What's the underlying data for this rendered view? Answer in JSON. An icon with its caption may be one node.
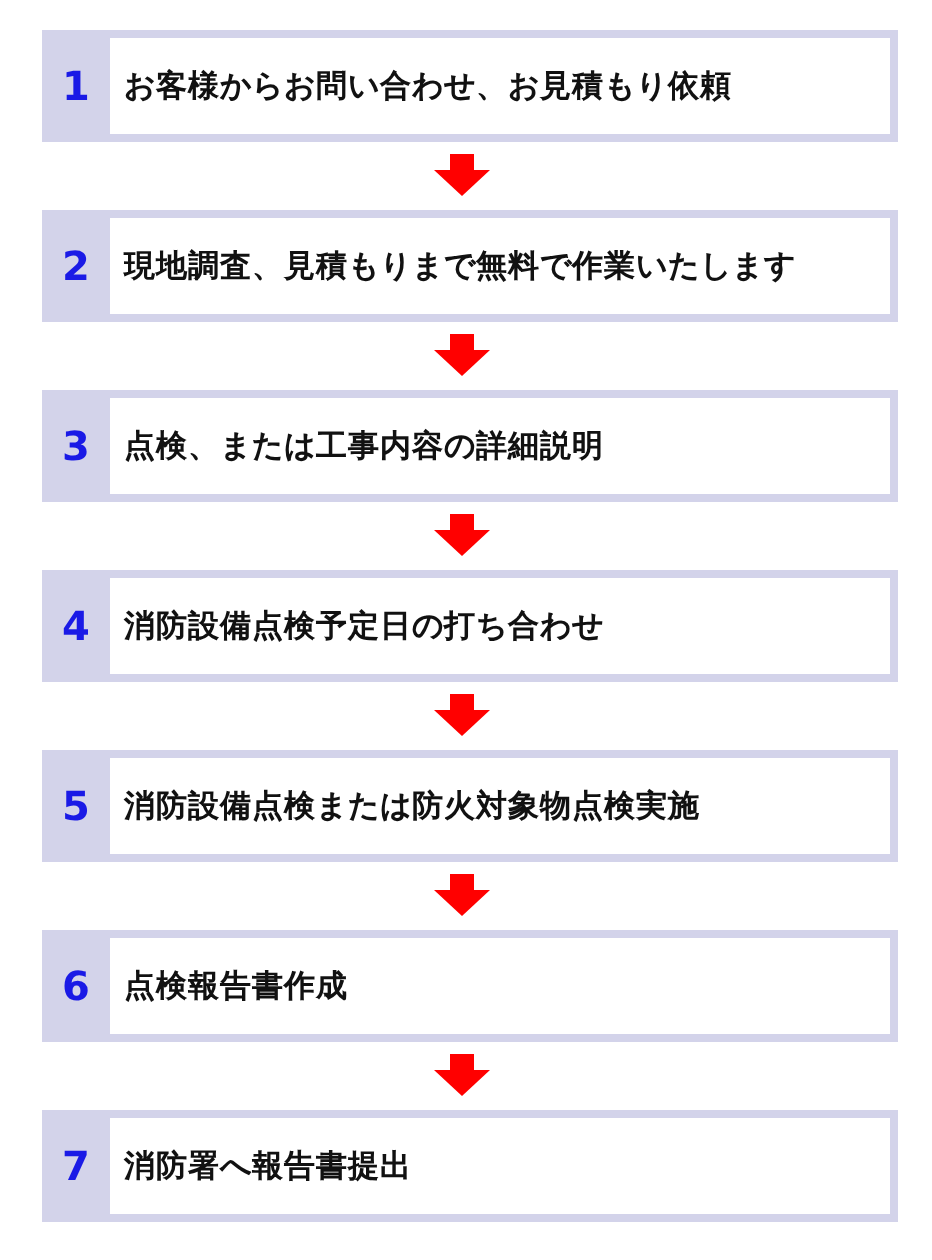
{
  "diagram": {
    "nodes": [
      {
        "text": [
          "1",
          "お客様からお問い合わせ、お見積もり依頼"
        ]
      },
      {
        "text": [
          "2",
          "現地調査、見積もりまで無料で作業いたします"
        ]
      },
      {
        "text": [
          "3",
          "点検、または工事内容の詳細説明"
        ]
      },
      {
        "text": [
          "4",
          "消防設備点検予定日の打ち合わせ"
        ]
      },
      {
        "text": [
          "5",
          "消防設備点検または防火対象物点検実施"
        ]
      },
      {
        "text": [
          "6",
          "点検報告書作成"
        ]
      },
      {
        "text": [
          "7",
          "消防署へ報告書提出"
        ]
      }
    ],
    "edges": [
      {
        "from": 0,
        "to": 1,
        "arrow": "to"
      },
      {
        "from": 1,
        "to": 2,
        "arrow": "to"
      },
      {
        "from": 2,
        "to": 3,
        "arrow": "to"
      },
      {
        "from": 3,
        "to": 4,
        "arrow": "to"
      },
      {
        "from": 4,
        "to": 5,
        "arrow": "to"
      },
      {
        "from": 5,
        "to": 6,
        "arrow": "to"
      }
    ]
  }
}
